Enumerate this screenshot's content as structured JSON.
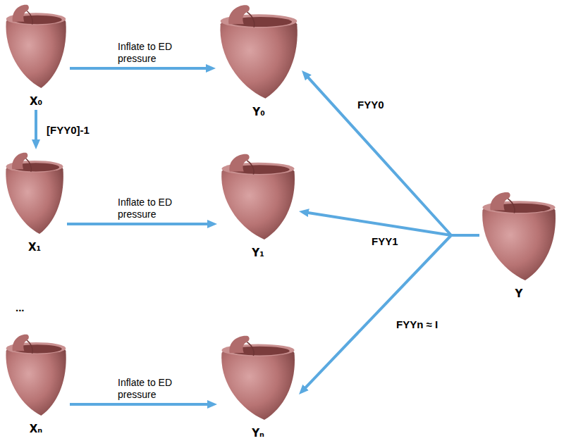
{
  "diagram": {
    "nodes": [
      {
        "text": [
          "X₀"
        ]
      },
      {
        "text": [
          "Y₀"
        ]
      },
      {
        "text": [
          "X₁"
        ]
      },
      {
        "text": [
          "Y₁"
        ]
      },
      {
        "text": [
          "Xₙ"
        ]
      },
      {
        "text": [
          "Yₙ"
        ]
      },
      {
        "text": [
          "Y"
        ]
      }
    ],
    "edges": [
      {
        "from": 0,
        "to": 1,
        "label": "Inflate to ED pressure",
        "arrow": "to"
      },
      {
        "from": 0,
        "to": 2,
        "label": "[FYY0]-1",
        "arrow": "to"
      },
      {
        "from": 2,
        "to": 3,
        "label": "Inflate to ED pressure",
        "arrow": "to"
      },
      {
        "from": 4,
        "to": 5,
        "label": "Inflate to ED pressure",
        "arrow": "to"
      },
      {
        "from": 6,
        "to": 1,
        "label": "FYY0",
        "arrow": "to"
      },
      {
        "from": 6,
        "to": 3,
        "label": "FYY1",
        "arrow": "to"
      },
      {
        "from": 6,
        "to": 5,
        "label": "FYYn ≈ I",
        "arrow": "to"
      }
    ],
    "labels": [
      "..."
    ]
  }
}
